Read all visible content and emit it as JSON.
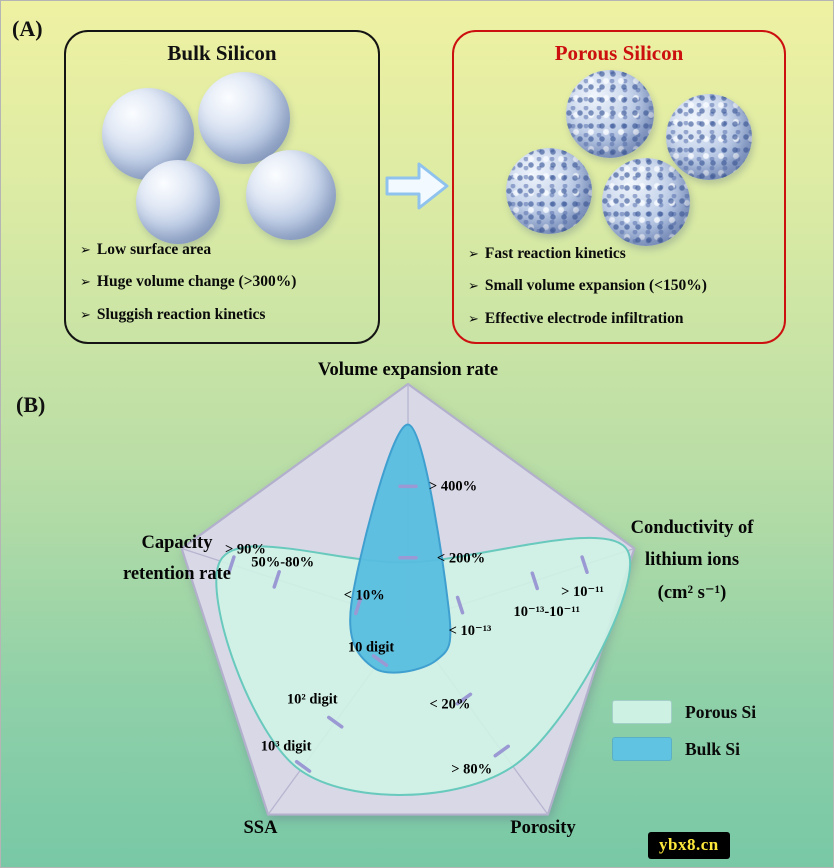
{
  "panel_a": {
    "label": "(A)",
    "bullet": "➢",
    "bulk": {
      "title": "Bulk Silicon",
      "items": [
        "Low surface area",
        "Huge volume change (>300%)",
        "Sluggish reaction kinetics"
      ]
    },
    "porous": {
      "title": "Porous Silicon",
      "items": [
        "Fast reaction kinetics",
        "Small volume expansion (<150%)",
        "Effective electrode infiltration"
      ]
    }
  },
  "panel_b": {
    "label": "(B)"
  },
  "watermark": {
    "text": "ybx8.cn"
  },
  "chart_data": {
    "type": "radar",
    "pentagon": {
      "cx": 408,
      "cy": 254,
      "r": 238,
      "fill": "#d9d8e7",
      "stroke": "#b2b0cc",
      "spoke": "#b7b5cf"
    },
    "tick_color": "#9a99d3",
    "axes": [
      {
        "label": "Volume expansion rate",
        "angle": 90,
        "ticks": [
          {
            "label": "> 400%",
            "r": 0.57,
            "dx": 45,
            "dy": 1
          },
          {
            "label": "< 200%",
            "r": 0.27,
            "dx": 53,
            "dy": 1
          }
        ]
      },
      {
        "label": "Conductivity of\nlithium ions\n(cm² s⁻¹)",
        "angle": 18,
        "ticks": [
          {
            "label": "> 10⁻¹¹",
            "r": 0.78,
            "dx": -2,
            "dy": 27
          },
          {
            "label": "10⁻¹³-10⁻¹¹",
            "r": 0.56,
            "dx": 12,
            "dy": 31
          },
          {
            "label": "< 10⁻¹³",
            "r": 0.23,
            "dx": 10,
            "dy": 26
          }
        ]
      },
      {
        "label": "Porosity",
        "angle": -54,
        "ticks": [
          {
            "label": "< 20%",
            "r": 0.4,
            "dx": -14,
            "dy": 6
          },
          {
            "label": "> 80%",
            "r": 0.67,
            "dx": -30,
            "dy": 19
          }
        ]
      },
      {
        "label": "SSA",
        "angle": -126,
        "ticks": [
          {
            "label": "10 digit",
            "r": 0.2,
            "dx": -9,
            "dy": -13
          },
          {
            "label": "10² digit",
            "r": 0.52,
            "dx": -23,
            "dy": -22
          },
          {
            "label": "10³ digit",
            "r": 0.75,
            "dx": -17,
            "dy": -19
          }
        ]
      },
      {
        "label": "Capacity\nretention rate",
        "angle": 162,
        "ticks": [
          {
            "label": "< 10%",
            "r": 0.22,
            "dx": 6,
            "dy": -10
          },
          {
            "label": "50%-80%",
            "r": 0.58,
            "dx": 6,
            "dy": -16
          },
          {
            "label": "> 90%",
            "r": 0.78,
            "dx": 14,
            "dy": -15
          }
        ]
      }
    ],
    "series": [
      {
        "name": "Porous Si",
        "values": [
          0.25,
          0.97,
          0.75,
          0.77,
          0.83
        ],
        "fill": "#cff3e5",
        "stroke": "#68c9bd",
        "opacity": 0.9
      },
      {
        "name": "Bulk Si",
        "values": [
          0.83,
          0.18,
          0.2,
          0.24,
          0.25
        ],
        "fill": "#58bedf",
        "stroke": "#3fa0d0",
        "opacity": 0.95
      }
    ],
    "legend": {
      "position": "bottom-right",
      "items": [
        {
          "label": "Porous Si",
          "color": "#cdf2e3"
        },
        {
          "label": "Bulk Si",
          "color": "#5fc3e1"
        }
      ]
    }
  }
}
